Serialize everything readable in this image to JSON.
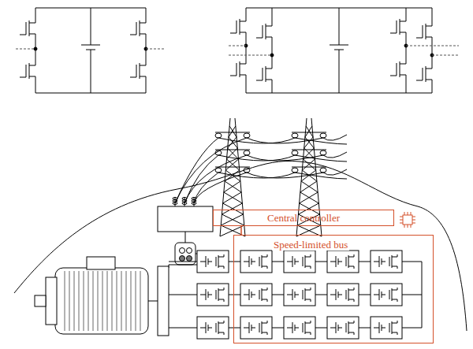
{
  "diagram": {
    "nodes": [
      {
        "text": [
          "Central controller"
        ]
      },
      {
        "text": [
          "Speed-limited bus"
        ]
      }
    ],
    "edges": [
      {
        "from": 0,
        "to": 1,
        "arrow": "none"
      }
    ]
  }
}
